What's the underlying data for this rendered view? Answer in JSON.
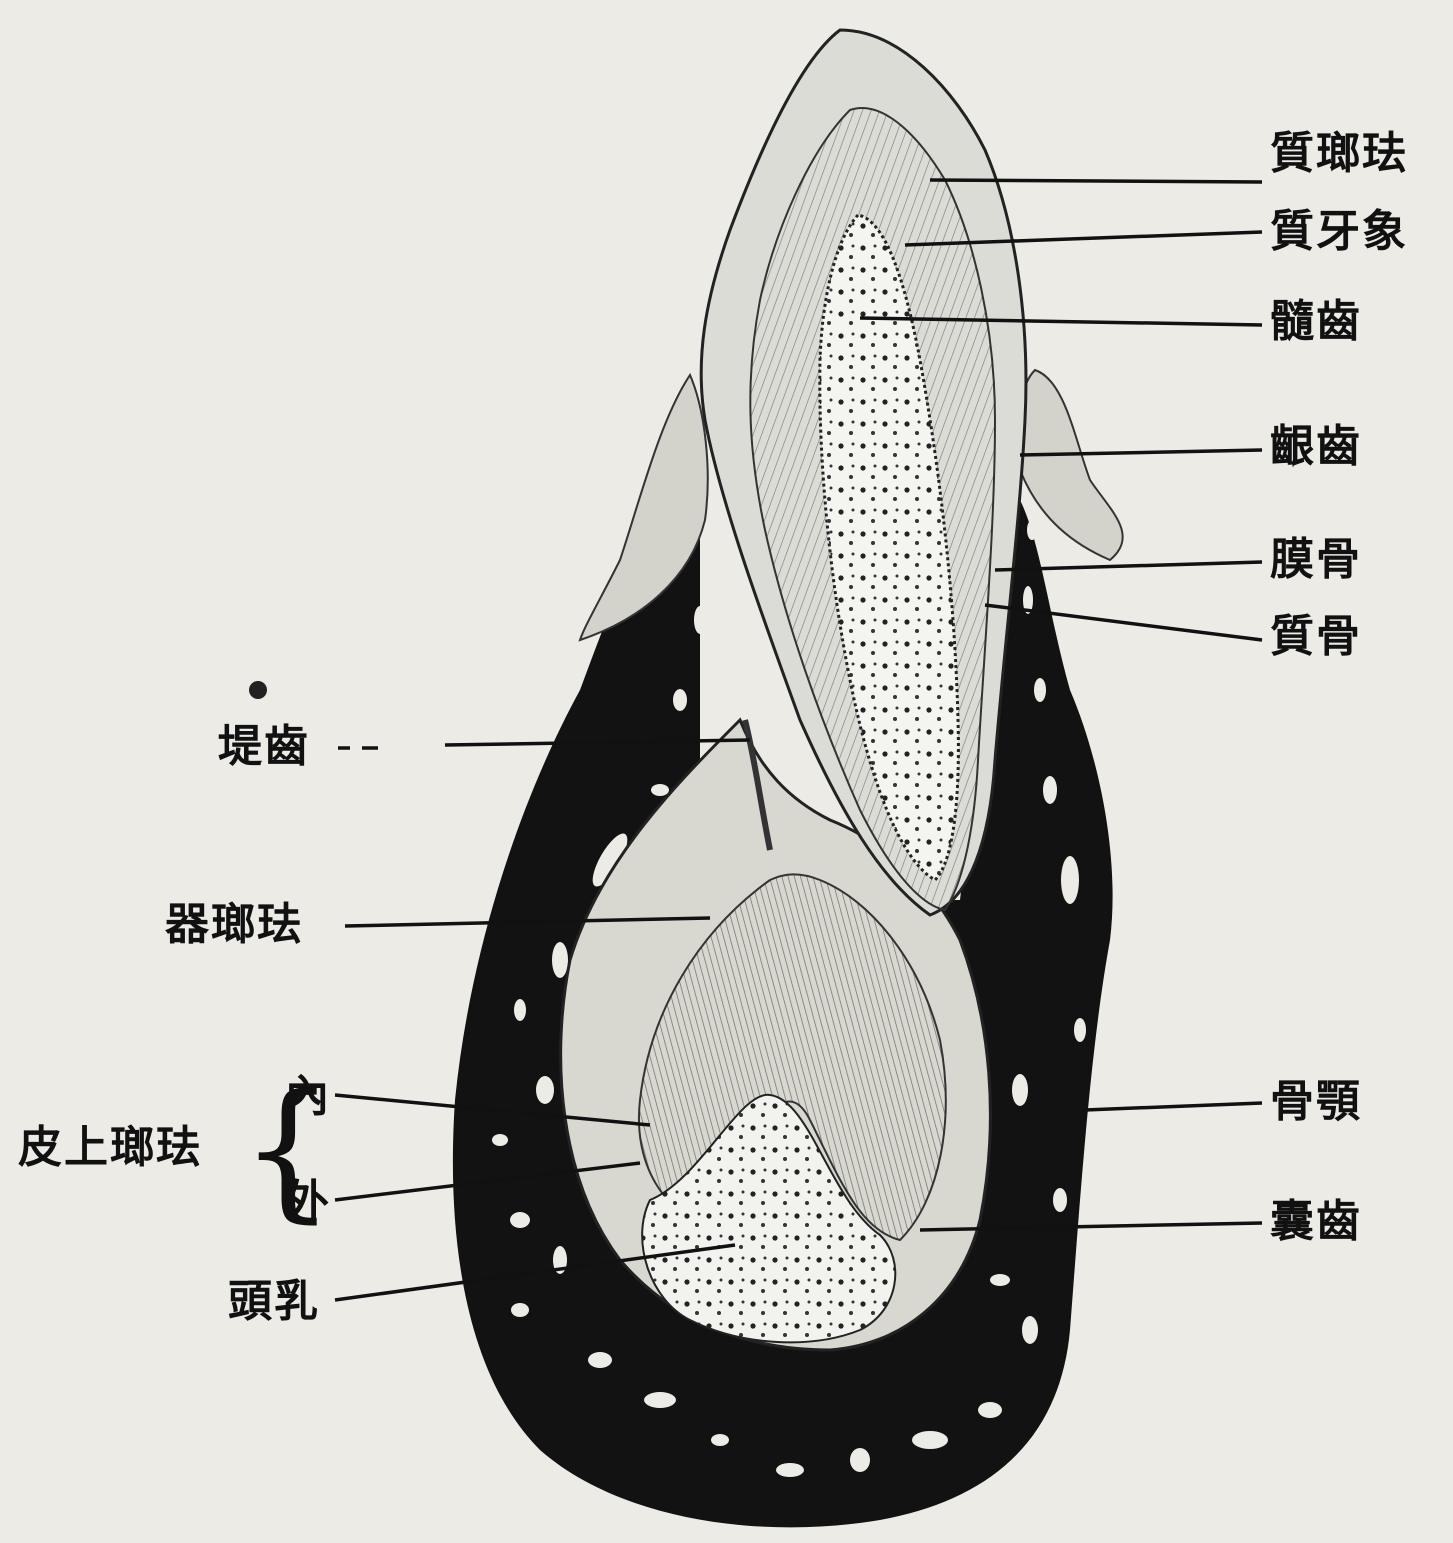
{
  "labels": {
    "enamel": "質瑯珐",
    "dentin": "質牙象",
    "pulp": "髓齒",
    "gum": "齦齒",
    "periosteum": "膜骨",
    "bone": "質骨",
    "dental_ridge": "堤齒",
    "enamel_organ": "器瑯珐",
    "enamel_epithelium": "皮上瑯珐",
    "inner": "內",
    "outer": "外",
    "papilla": "頭乳",
    "jaw_bone": "骨顎",
    "dental_sac": "囊齒"
  },
  "colors": {
    "ink": "#111111",
    "paper": "#ecebe6",
    "tissue_light": "#dcdcd6",
    "tissue_mid": "#b9b9b2",
    "pulp_light": "#f4f4f0"
  }
}
